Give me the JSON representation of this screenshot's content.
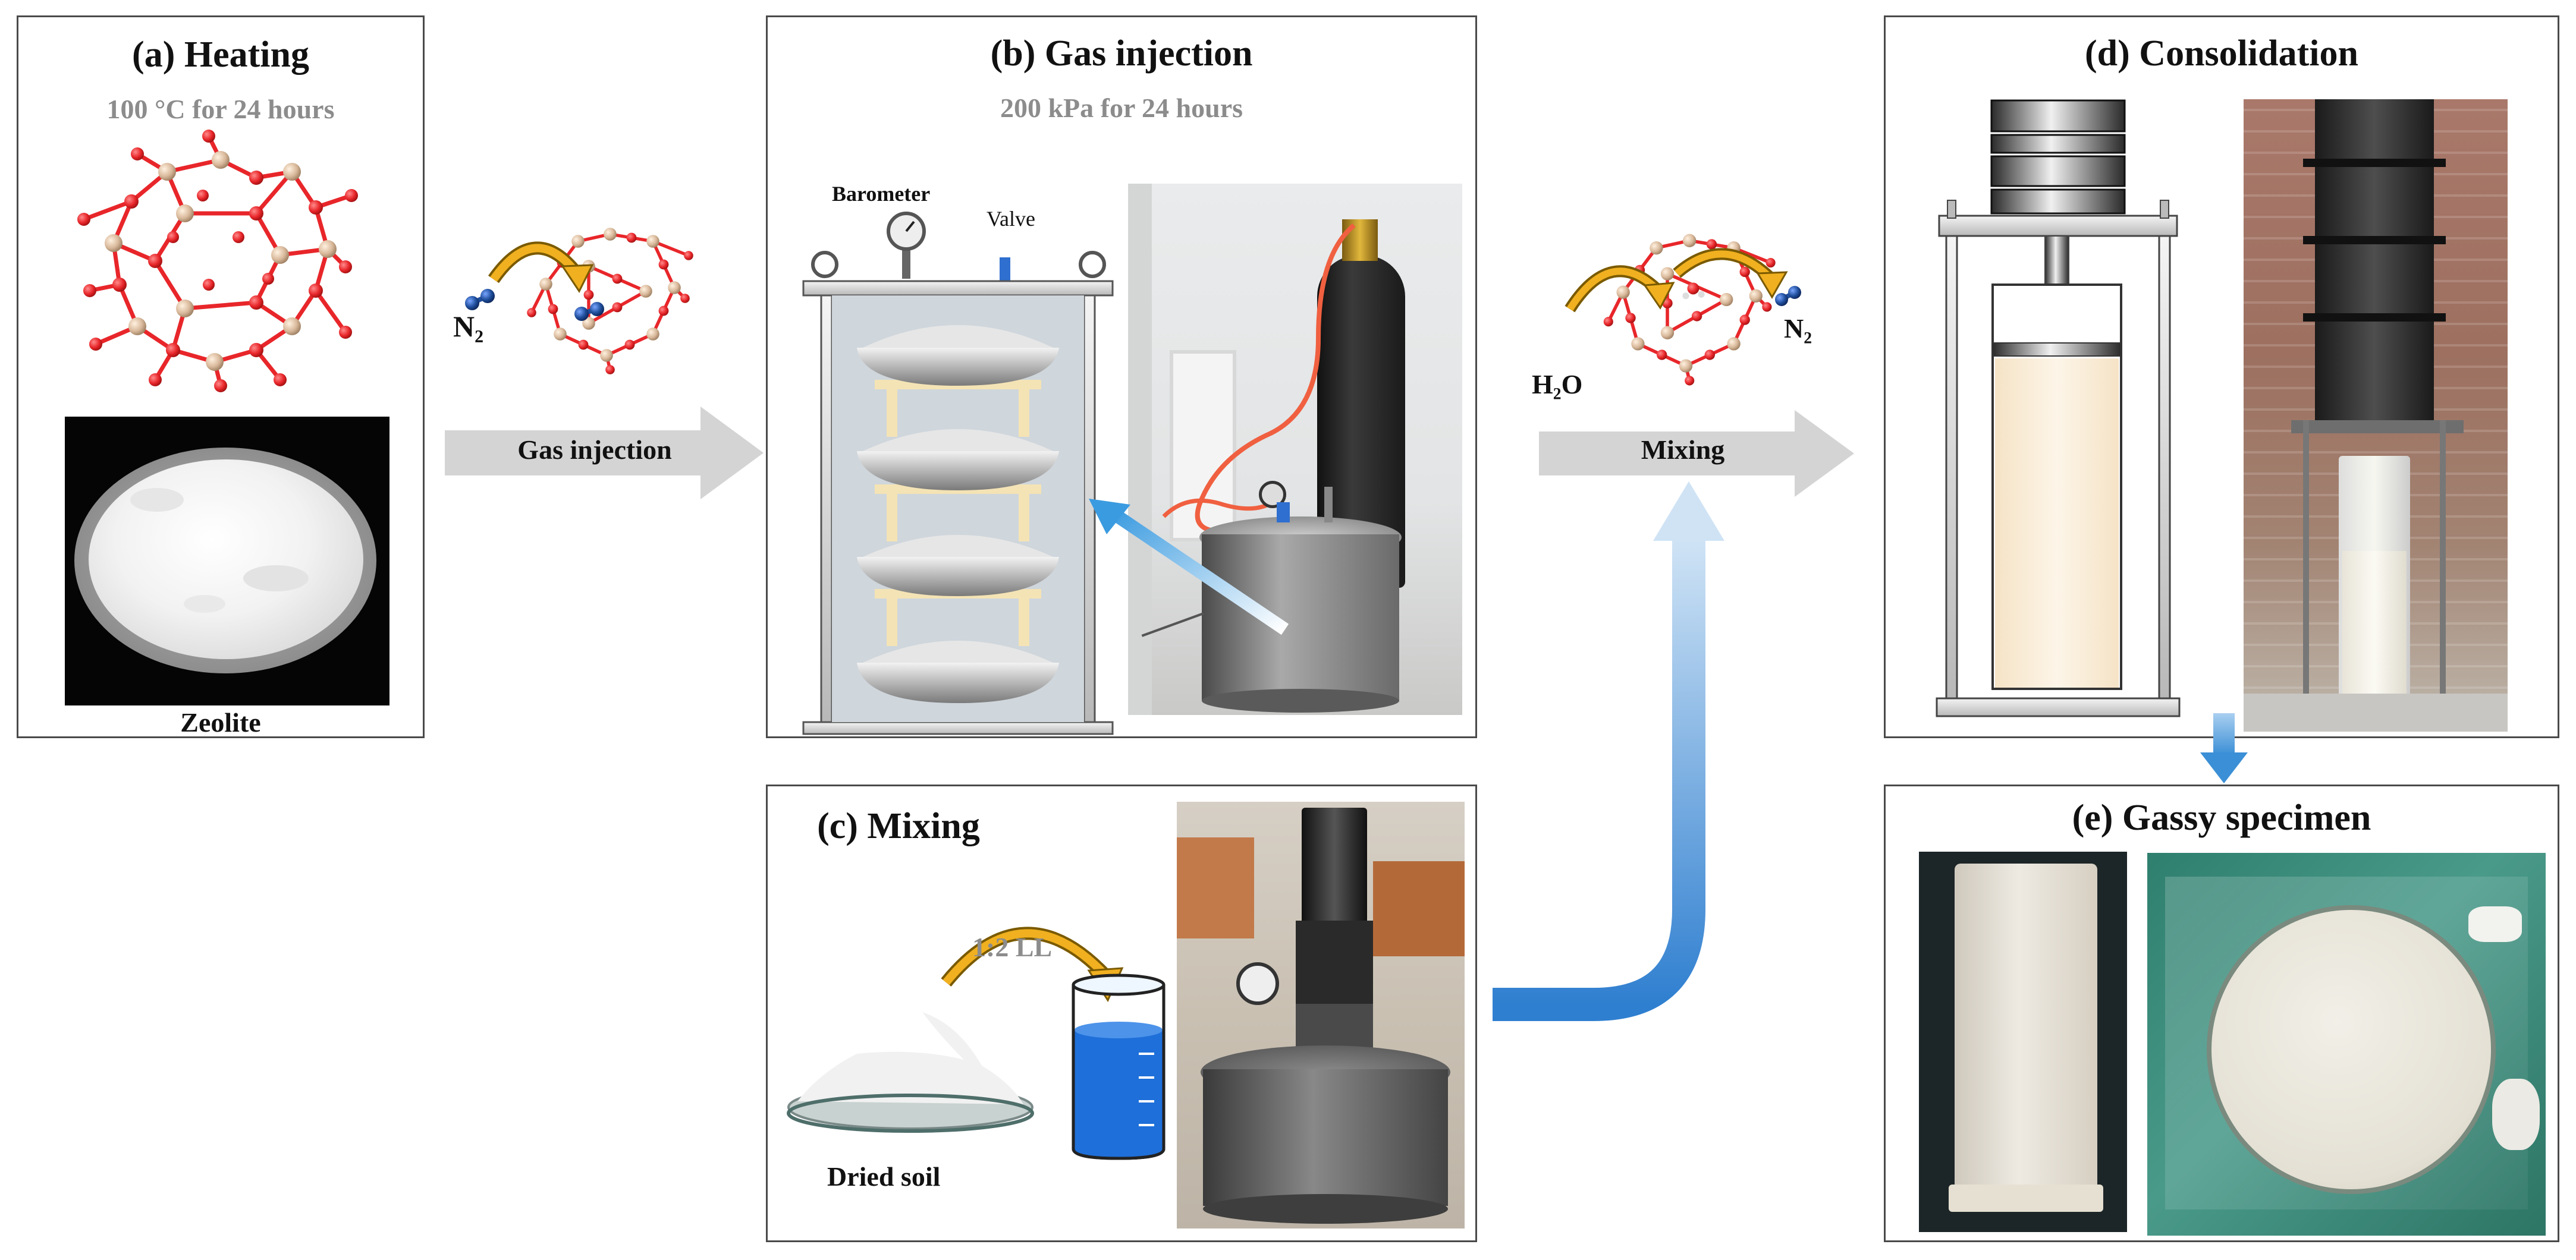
{
  "panels": {
    "a": {
      "title": "(a)  Heating",
      "subtitle": "100 °C for 24 hours",
      "zeolite_label": "Zeolite"
    },
    "b": {
      "title": "(b)  Gas injection",
      "subtitle": "200 kPa for 24 hours",
      "barometer_label": "Barometer",
      "valve_label": "Valve"
    },
    "c": {
      "title": "(c)  Mixing",
      "ratio_label": "1:2 LL",
      "dried_soil_label": "Dried soil"
    },
    "d": {
      "title": "(d)  Consolidation"
    },
    "e": {
      "title": "(e)  Gassy specimen"
    }
  },
  "arrows": {
    "gas_injection": "Gas injection",
    "mixing": "Mixing"
  },
  "molecules": {
    "n2_left": "N₂",
    "n2_right": "N₂",
    "h2o": "H₂O"
  },
  "colors": {
    "oxygen": "#e8262a",
    "silicon": "#d9b99b",
    "nitrogen": "#1f4e9c",
    "curved_arrow": "#e0a010",
    "blue_arrow": "#3b8fd6",
    "gray_arrow": "#d0d0d0"
  }
}
